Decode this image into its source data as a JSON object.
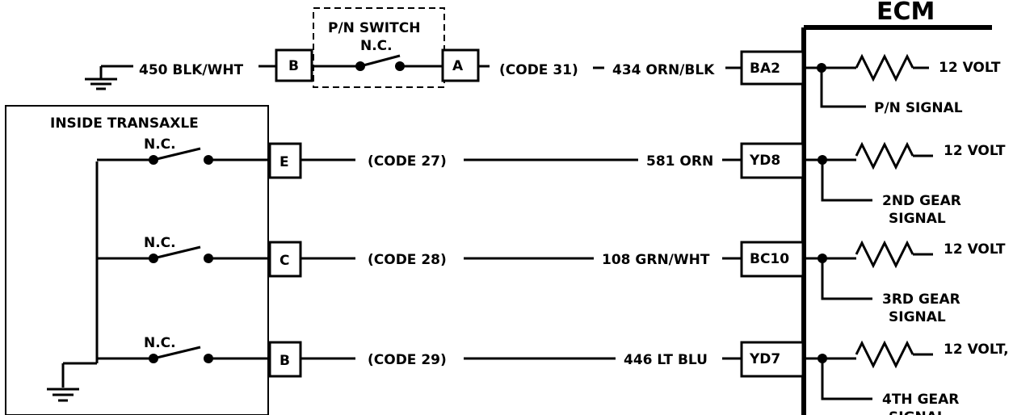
{
  "ecm": {
    "title": "ECM"
  },
  "pn_switch": {
    "title": "P/N SWITCH",
    "state": "N.C.",
    "wire_left": "450 BLK/WHT",
    "pin_left": "B",
    "pin_right": "A",
    "code": "(CODE 31)",
    "wire_right": "434 ORN/BLK",
    "ecm_pin": "BA2",
    "voltage": "12 VOLT",
    "signal": "P/N SIGNAL"
  },
  "transaxle": {
    "title": "INSIDE TRANSAXLE",
    "circuits": [
      {
        "state": "N.C.",
        "pin": "E",
        "code": "(CODE 27)",
        "wire": "581 ORN",
        "ecm_pin": "YD8",
        "voltage": "12 VOLT",
        "signal_line1": "2ND GEAR",
        "signal_line2": "SIGNAL"
      },
      {
        "state": "N.C.",
        "pin": "C",
        "code": "(CODE 28)",
        "wire": "108 GRN/WHT",
        "ecm_pin": "BC10",
        "voltage": "12 VOLT",
        "signal_line1": "3RD GEAR",
        "signal_line2": "SIGNAL"
      },
      {
        "state": "N.C.",
        "pin": "B",
        "code": "(CODE 29)",
        "wire": "446 LT BLU",
        "ecm_pin": "YD7",
        "voltage": "12 VOLT,",
        "signal_line1": "4TH GEAR",
        "signal_line2": "SIGNAL"
      }
    ]
  }
}
